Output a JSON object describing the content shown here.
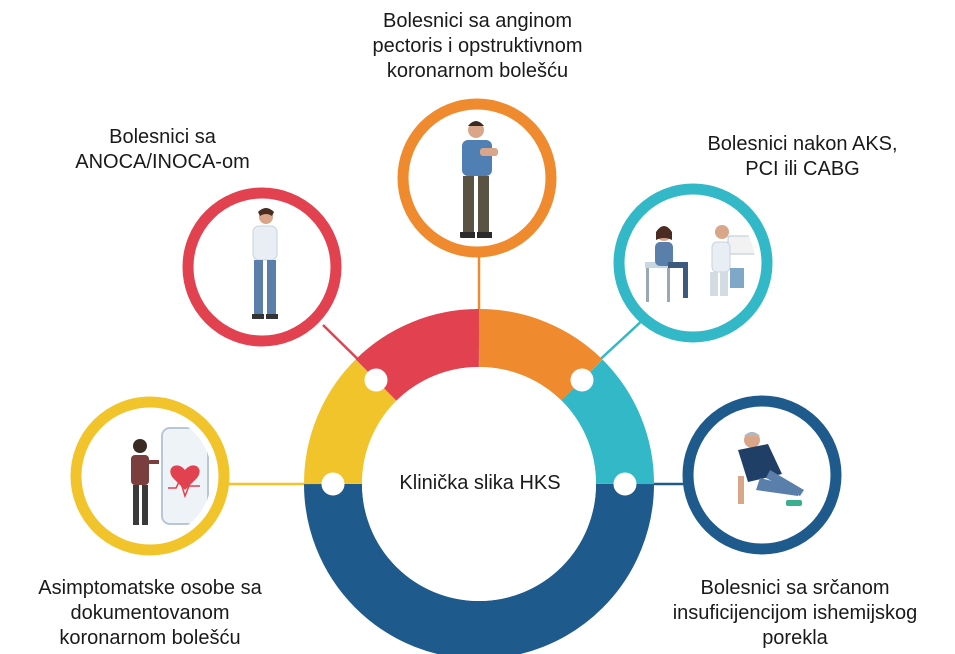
{
  "center": {
    "title": "Klinička slika HKS"
  },
  "groups": [
    {
      "id": "anoca",
      "lines": [
        "Bolesnici sa",
        "ANOCA/INOCA-om"
      ],
      "color": "#e2414f",
      "icon": "woman-chest-pain-icon"
    },
    {
      "id": "angina",
      "lines": [
        "Bolesnici sa anginom",
        "pectoris i opstruktivnom",
        "koronarnom bolešću"
      ],
      "color": "#ef8a2f",
      "icon": "man-chest-pain-icon"
    },
    {
      "id": "post-aks",
      "lines": [
        "Bolesnici nakon AKS,",
        "PCI ili CABG"
      ],
      "color": "#32b8c6",
      "icon": "doctor-consultation-icon"
    },
    {
      "id": "srcana",
      "lines": [
        "Bolesnici sa srčanom",
        "insuficijencijom ishemijskog",
        "porekla"
      ],
      "color": "#1f5a8c",
      "icon": "man-collapsing-icon"
    },
    {
      "id": "asimptomatske",
      "lines": [
        "Asimptomatske osobe sa",
        "dokumentovanom",
        "koronarnom bolešću"
      ],
      "color": "#f2c42c",
      "icon": "man-smartphone-heart-icon"
    }
  ]
}
